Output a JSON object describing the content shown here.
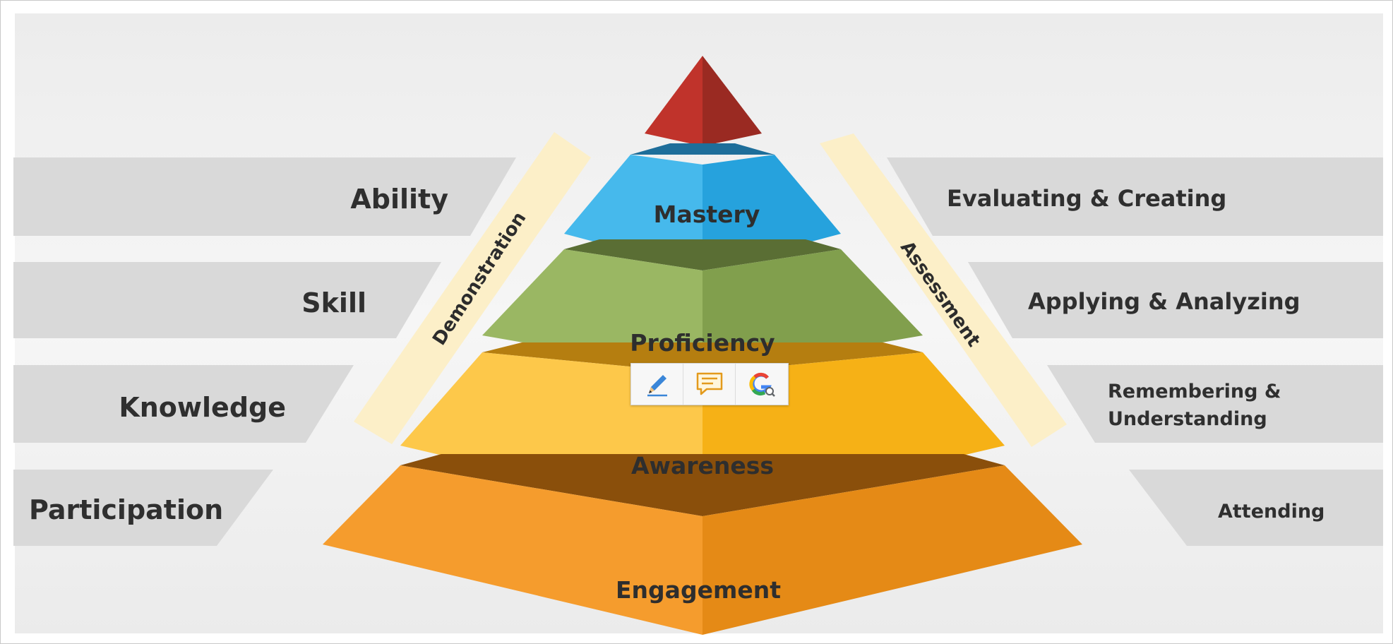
{
  "left_bands": [
    {
      "label": "Ability"
    },
    {
      "label": "Skill"
    },
    {
      "label": "Knowledge"
    },
    {
      "label": "Participation"
    }
  ],
  "right_bands": [
    {
      "lines": [
        "Evaluating & Creating"
      ]
    },
    {
      "lines": [
        "Applying & Analyzing"
      ]
    },
    {
      "lines": [
        "Remembering &",
        "Understanding"
      ]
    },
    {
      "lines": [
        "Attending"
      ]
    }
  ],
  "tiers": [
    {
      "label": "Mastery"
    },
    {
      "label": "Proficiency"
    },
    {
      "label": "Awareness"
    },
    {
      "label": "Engagement"
    }
  ],
  "side_labels": {
    "left": "Demonstration",
    "right": "Assessment"
  },
  "toolbar": {
    "icons": [
      "pencil-icon",
      "comment-icon",
      "google-lens-icon"
    ]
  },
  "colors": {
    "band": "#d9d9d9",
    "side_strip": "#fcefc8",
    "apex": "#c0332b",
    "mastery": "#3cb3e8",
    "proficiency": "#8fae58",
    "awareness": "#f9bf2c",
    "engagement": "#f09a2a"
  }
}
